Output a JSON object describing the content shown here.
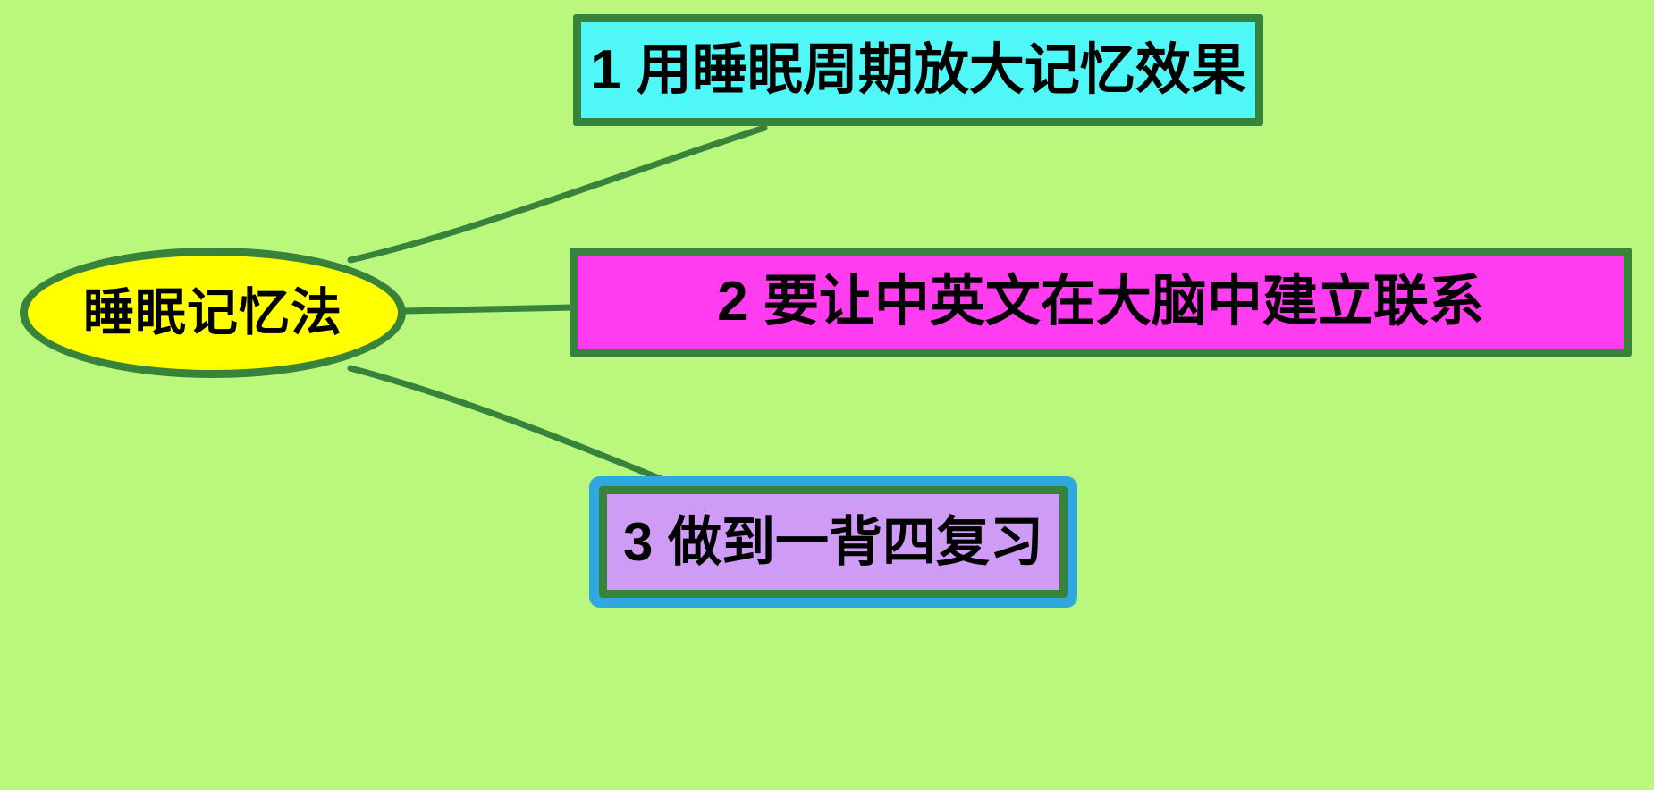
{
  "diagram": {
    "type": "mind-map",
    "background_color": "#baf77d",
    "connector_color": "#37833b",
    "root": {
      "label": "睡眠记忆法",
      "fill_color": "#ffff00",
      "border_color": "#37833b",
      "shape": "ellipse"
    },
    "branches": [
      {
        "number": "1",
        "label": "1 用睡眠周期放大记忆效果",
        "fill_color": "#4ff7f7",
        "border_color": "#37833b",
        "shape": "rectangle"
      },
      {
        "number": "2",
        "label": "2 要让中英文在大脑中建立联系",
        "fill_color": "#ff3cf0",
        "border_color": "#37833b",
        "shape": "rectangle"
      },
      {
        "number": "3",
        "label": "3 做到一背四复习",
        "fill_color": "#ce9bf5",
        "border_color": "#37833b",
        "outer_border_color": "#2ea8de",
        "shape": "rounded-rectangle"
      }
    ]
  }
}
